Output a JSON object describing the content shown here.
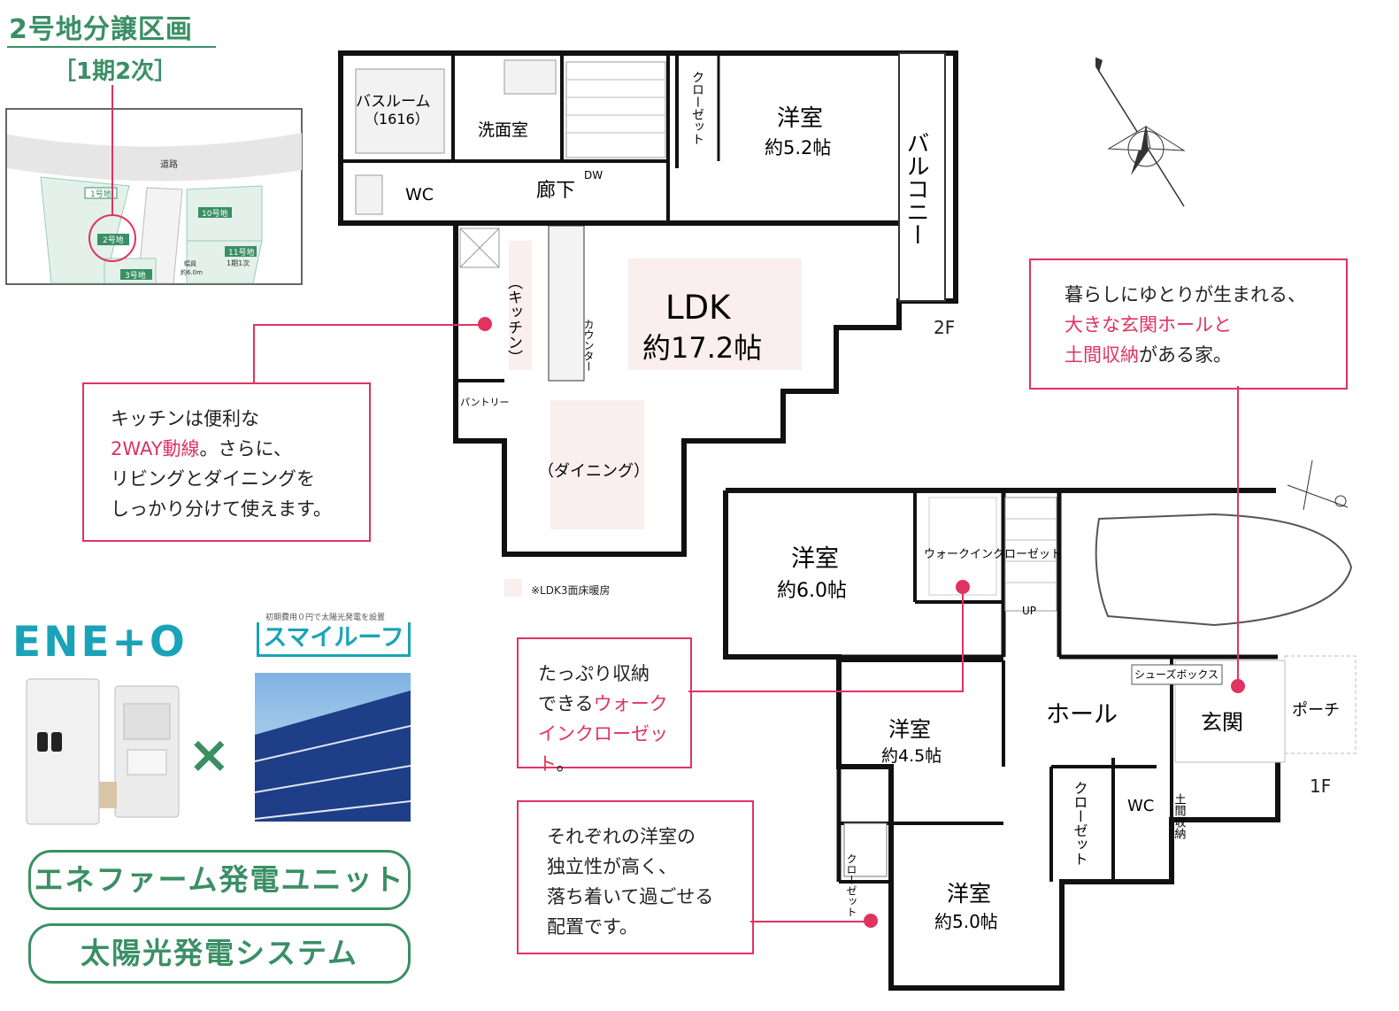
{
  "header": {
    "title": "2号地分譲区画",
    "phase": "［1期2次］"
  },
  "sitemap": {
    "road": "道路",
    "lots": [
      "1号地",
      "2号地",
      "3号地",
      "10号地",
      "11号地"
    ],
    "lot11_sub": "1期1次",
    "path_label_1": "幅員",
    "path_label_2": "約6.0m"
  },
  "floor2": {
    "label": "2F",
    "rooms": {
      "bathroom": "バスルーム",
      "bathroom_size": "（1616）",
      "washroom": "洗面室",
      "closet": "クローゼット",
      "western": "洋室",
      "western_size": "約5.2帖",
      "balcony": "バルコニー",
      "wc": "WC",
      "hallway": "廊下",
      "dw": "DW",
      "kitchen": "（キッチン）",
      "counter": "カウンター",
      "ldk": "LDK",
      "ldk_size": "約17.2帖",
      "pantry": "パントリー",
      "dining": "（ダイニング）"
    },
    "heating_note": "※LDK3面床暖房"
  },
  "floor1": {
    "label": "1F",
    "rooms": {
      "western_a": "洋室",
      "western_a_size": "約6.0帖",
      "walkin": "ウォークインクローゼット",
      "up": "UP",
      "shoebox": "シューズボックス",
      "hall": "ホール",
      "entrance": "玄関",
      "porch": "ポーチ",
      "western_b": "洋室",
      "western_b_size": "約4.5帖",
      "closet_a": "クローゼット",
      "wc": "WC",
      "storage": "土間収納",
      "closet_b": "クローゼット",
      "western_c": "洋室",
      "western_c_size": "約5.0帖"
    }
  },
  "callouts": {
    "kitchen": {
      "line1": "キッチンは便利な",
      "line2_pink": "2WAY動線",
      "line2_rest": "。さらに、",
      "line3": "リビングとダイニングを",
      "line4": "しっかり分けて使えます。"
    },
    "entrance": {
      "line1": "暮らしにゆとりが生まれる、",
      "line2_pink": "大きな玄関ホールと",
      "line3_pink": "土間収納",
      "line3_rest": "がある家。"
    },
    "walkin": {
      "line1": "たっぷり収納",
      "line2_a": "できる",
      "line2_pink": "ウォーク",
      "line3_pink": "インクローゼット",
      "line3_rest": "。"
    },
    "rooms": {
      "line1": "それぞれの洋室の",
      "line2": "独立性が高く、",
      "line3": "落ち着いて過ごせる",
      "line4": "配置です。"
    }
  },
  "equipment": {
    "eneto": "ENE+O",
    "smile_roof": "スマイルーフ",
    "smile_sub": "初期費用０円で太陽光発電を設置",
    "cross": "×",
    "unit_label": "エネファーム発電ユニット",
    "solar_label": "太陽光発電システム"
  },
  "colors": {
    "accent_green": "#3a8f64",
    "accent_pink": "#e0335f",
    "teal": "#1aa3b8",
    "floor_tint": "#fbeeee"
  }
}
